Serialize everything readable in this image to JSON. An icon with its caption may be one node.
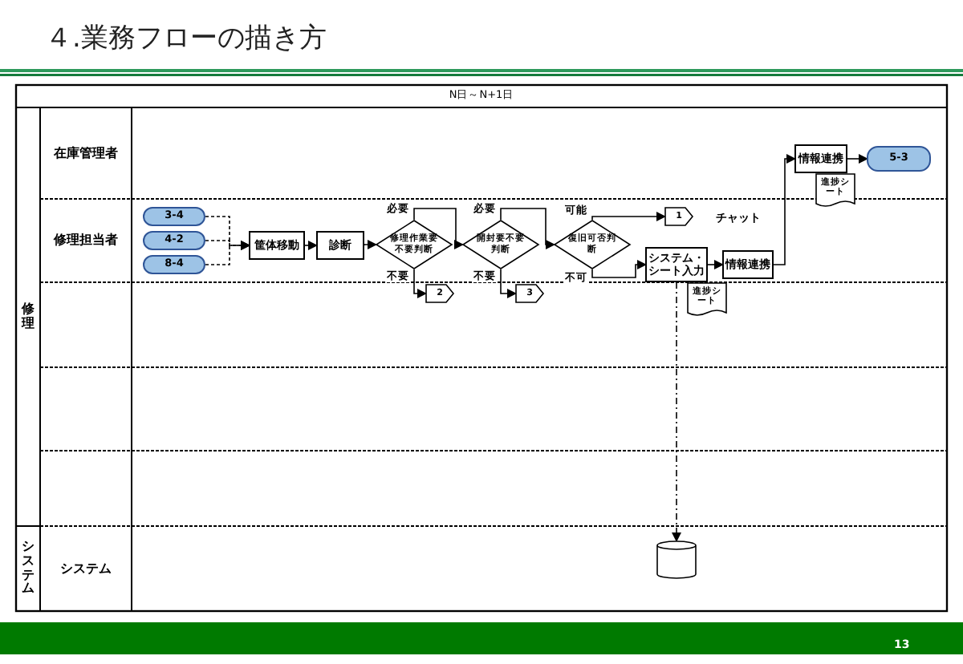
{
  "diagram": {
    "title": "４.業務フローの描き方",
    "nodes": [
      {
        "text": [
          "N日～N+1日"
        ]
      },
      {
        "text": [
          "修理"
        ]
      },
      {
        "text": [
          "システム"
        ]
      },
      {
        "text": [
          "在庫管理者"
        ]
      },
      {
        "text": [
          "修理担当者"
        ]
      },
      {
        "text": [
          "システム"
        ]
      },
      {
        "text": [
          "3-4"
        ]
      },
      {
        "text": [
          "4-2"
        ]
      },
      {
        "text": [
          "8-4"
        ]
      },
      {
        "text": [
          "筐体移動"
        ]
      },
      {
        "text": [
          "診断"
        ]
      },
      {
        "text": [
          "修理作業要不要判断"
        ]
      },
      {
        "text": [
          "開封要不要判断"
        ]
      },
      {
        "text": [
          "復旧可否判断"
        ]
      },
      {
        "text": [
          "2"
        ]
      },
      {
        "text": [
          "3"
        ]
      },
      {
        "text": [
          "1"
        ]
      },
      {
        "text": [
          "システム・シート入力"
        ]
      },
      {
        "text": [
          "進捗シート"
        ]
      },
      {
        "text": [
          "情報連携"
        ]
      },
      {
        "text": [
          "情報連携"
        ]
      },
      {
        "text": [
          "進捗シート"
        ]
      },
      {
        "text": [
          "5-3"
        ]
      },
      {
        "text": [],
        "shape": "cylinder"
      }
    ],
    "edges": [
      {
        "from": 6,
        "to": 9,
        "arrow": "to",
        "style": "dashed"
      },
      {
        "from": 7,
        "to": 9,
        "arrow": "to",
        "style": "dashed"
      },
      {
        "from": 8,
        "to": 9,
        "arrow": "to",
        "style": "dashed"
      },
      {
        "from": 9,
        "to": 10,
        "arrow": "to"
      },
      {
        "from": 10,
        "to": 11,
        "arrow": "to"
      },
      {
        "from": 11,
        "to": 12,
        "arrow": "to",
        "label": "必要"
      },
      {
        "from": 11,
        "to": 14,
        "arrow": "to",
        "label": "不要"
      },
      {
        "from": 12,
        "to": 13,
        "arrow": "to",
        "label": "必要"
      },
      {
        "from": 12,
        "to": 15,
        "arrow": "to",
        "label": "不要"
      },
      {
        "from": 13,
        "to": 16,
        "arrow": "to",
        "label": "可能"
      },
      {
        "from": 13,
        "to": 17,
        "arrow": "to",
        "label": "不可"
      },
      {
        "from": 17,
        "to": 19,
        "arrow": "to"
      },
      {
        "from": 19,
        "to": 20,
        "arrow": "to"
      },
      {
        "from": 20,
        "to": 22,
        "arrow": "to"
      },
      {
        "from": 17,
        "to": 23,
        "arrow": "to",
        "style": "dashed"
      }
    ],
    "labels": [
      "チャット",
      "13"
    ]
  }
}
